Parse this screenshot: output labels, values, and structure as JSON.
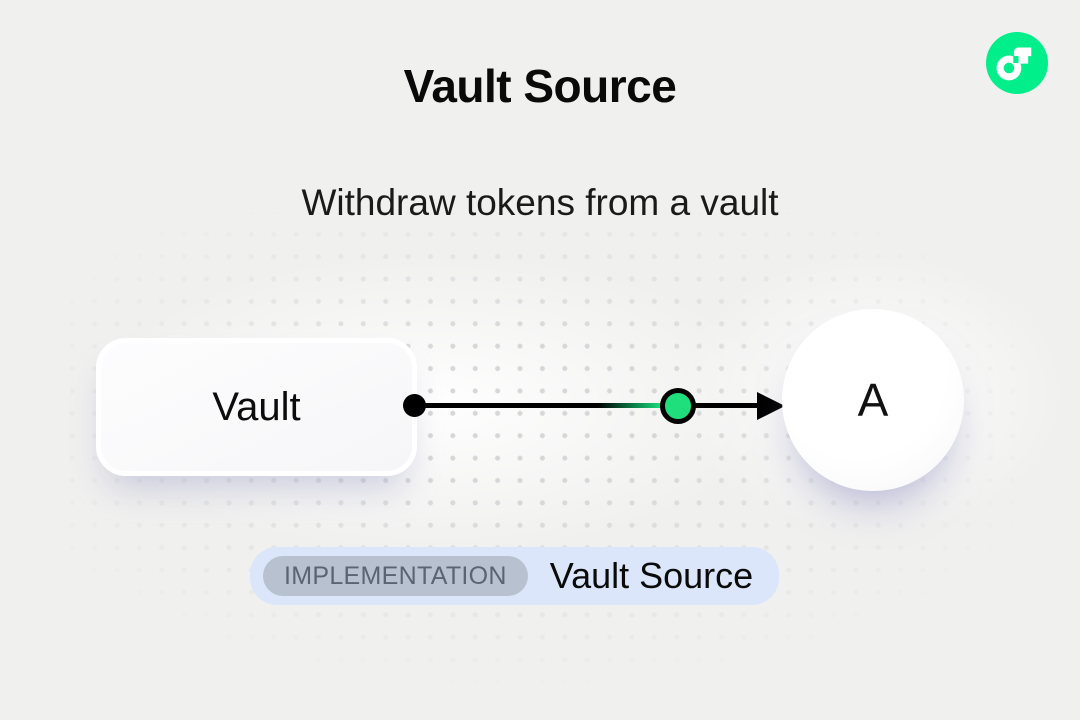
{
  "header": {
    "title": "Vault Source",
    "subtitle": "Withdraw tokens from a vault",
    "logo_icon": "flow-logo"
  },
  "diagram": {
    "source_node": {
      "label": "Vault"
    },
    "target_node": {
      "label": "A"
    },
    "edge": {
      "start_marker": "black-dot",
      "mid_marker": "green-token-circle",
      "end_marker": "arrowhead"
    }
  },
  "badge": {
    "tag": "IMPLEMENTATION",
    "label": "Vault Source"
  },
  "colors": {
    "page-bg": "#F0F0EF",
    "ink": "#0A0A0A",
    "flow-green": "#00EF8B",
    "node-green": "#1FDF7C",
    "badge-bg": "#DBE6FA",
    "badge-tag-bg": "#B7C1D0",
    "badge-tag-text": "#5D6471"
  }
}
